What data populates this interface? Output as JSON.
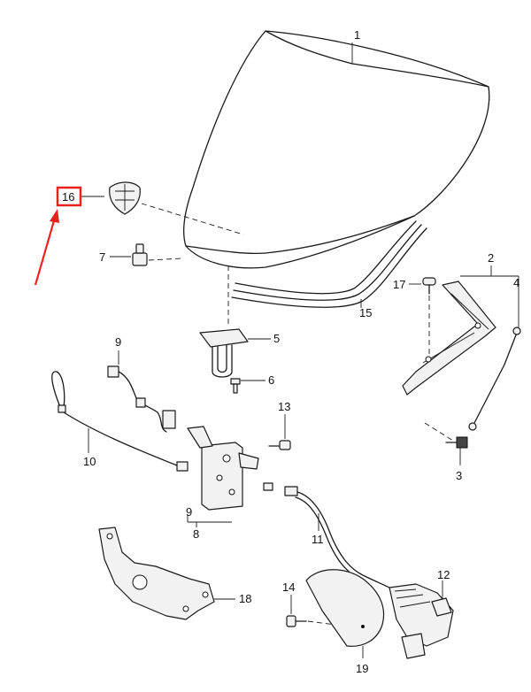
{
  "callouts": {
    "p1": "1",
    "p2": "2",
    "p3": "3",
    "p4": "4",
    "p5": "5",
    "p6": "6",
    "p7": "7",
    "p8": "8",
    "p9a": "9",
    "p9b": "9",
    "p10": "10",
    "p11": "11",
    "p12": "12",
    "p13": "13",
    "p14": "14",
    "p15": "15",
    "p16": "16",
    "p17": "17",
    "p18": "18",
    "p19": "19"
  },
  "highlight": {
    "part": "16",
    "color": "#e8231f"
  }
}
